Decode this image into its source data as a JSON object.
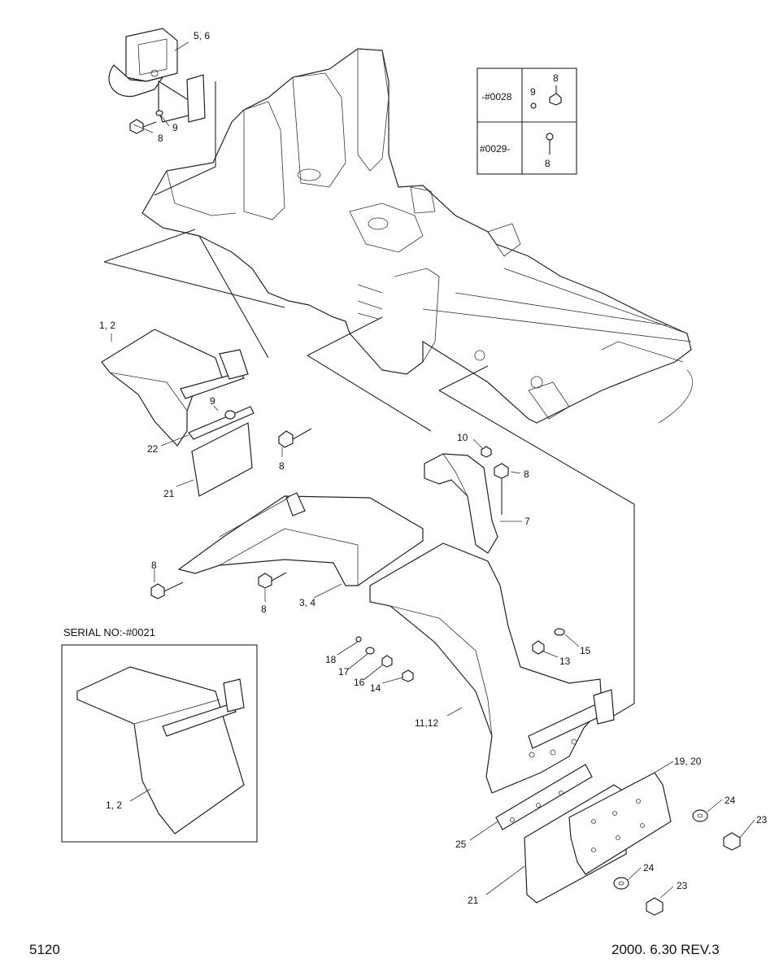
{
  "labels": {
    "l56": "5, 6",
    "l9a": "9",
    "l8a": "8",
    "box_row1": "-#0028",
    "box_row2": "#0029-",
    "box_9": "9",
    "box_8a": "8",
    "box_8b": "8",
    "l12": "1, 2",
    "l9b": "9",
    "l22": "22",
    "l8b": "8",
    "l21a": "21",
    "l10": "10",
    "l8c": "8",
    "l7": "7",
    "l8d": "8",
    "l8e": "8",
    "l34": "3, 4",
    "l18": "18",
    "l17": "17",
    "l16": "16",
    "l14": "14",
    "l13": "13",
    "l15": "15",
    "l1112": "11,12",
    "l1920": "19, 20",
    "l24a": "24",
    "l23a": "23",
    "l25": "25",
    "l24b": "24",
    "l23b": "23",
    "l21b": "21",
    "inset_l12": "1, 2"
  },
  "serial_note": "SERIAL NO:-#0021",
  "footer": {
    "page_no": "5120",
    "revision": "2000. 6.30  REV.3"
  }
}
